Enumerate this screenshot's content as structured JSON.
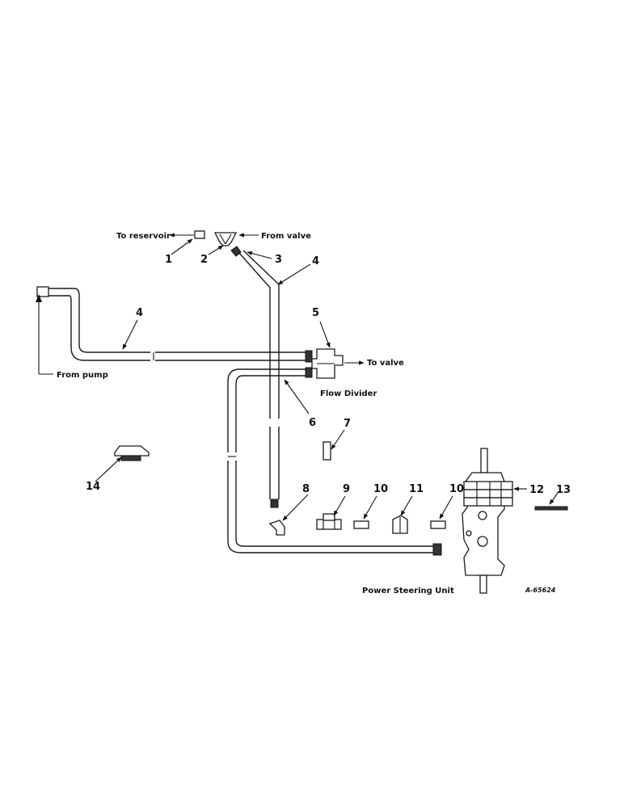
{
  "labels": {
    "to_reservoir": "To reservoir",
    "from_valve": "From valve",
    "from_pump": "From pump",
    "to_valve": "To valve",
    "flow_divider": "Flow Divider",
    "power_steering_unit": "Power Steering Unit",
    "drawing_code": "A-65624"
  },
  "callouts": {
    "c1": "1",
    "c2": "2",
    "c3": "3",
    "c4a": "4",
    "c4b": "4",
    "c5": "5",
    "c6": "6",
    "c7": "7",
    "c8": "8",
    "c9": "9",
    "c10a": "10",
    "c10b": "10",
    "c11": "11",
    "c12": "12",
    "c13": "13",
    "c14": "14"
  }
}
